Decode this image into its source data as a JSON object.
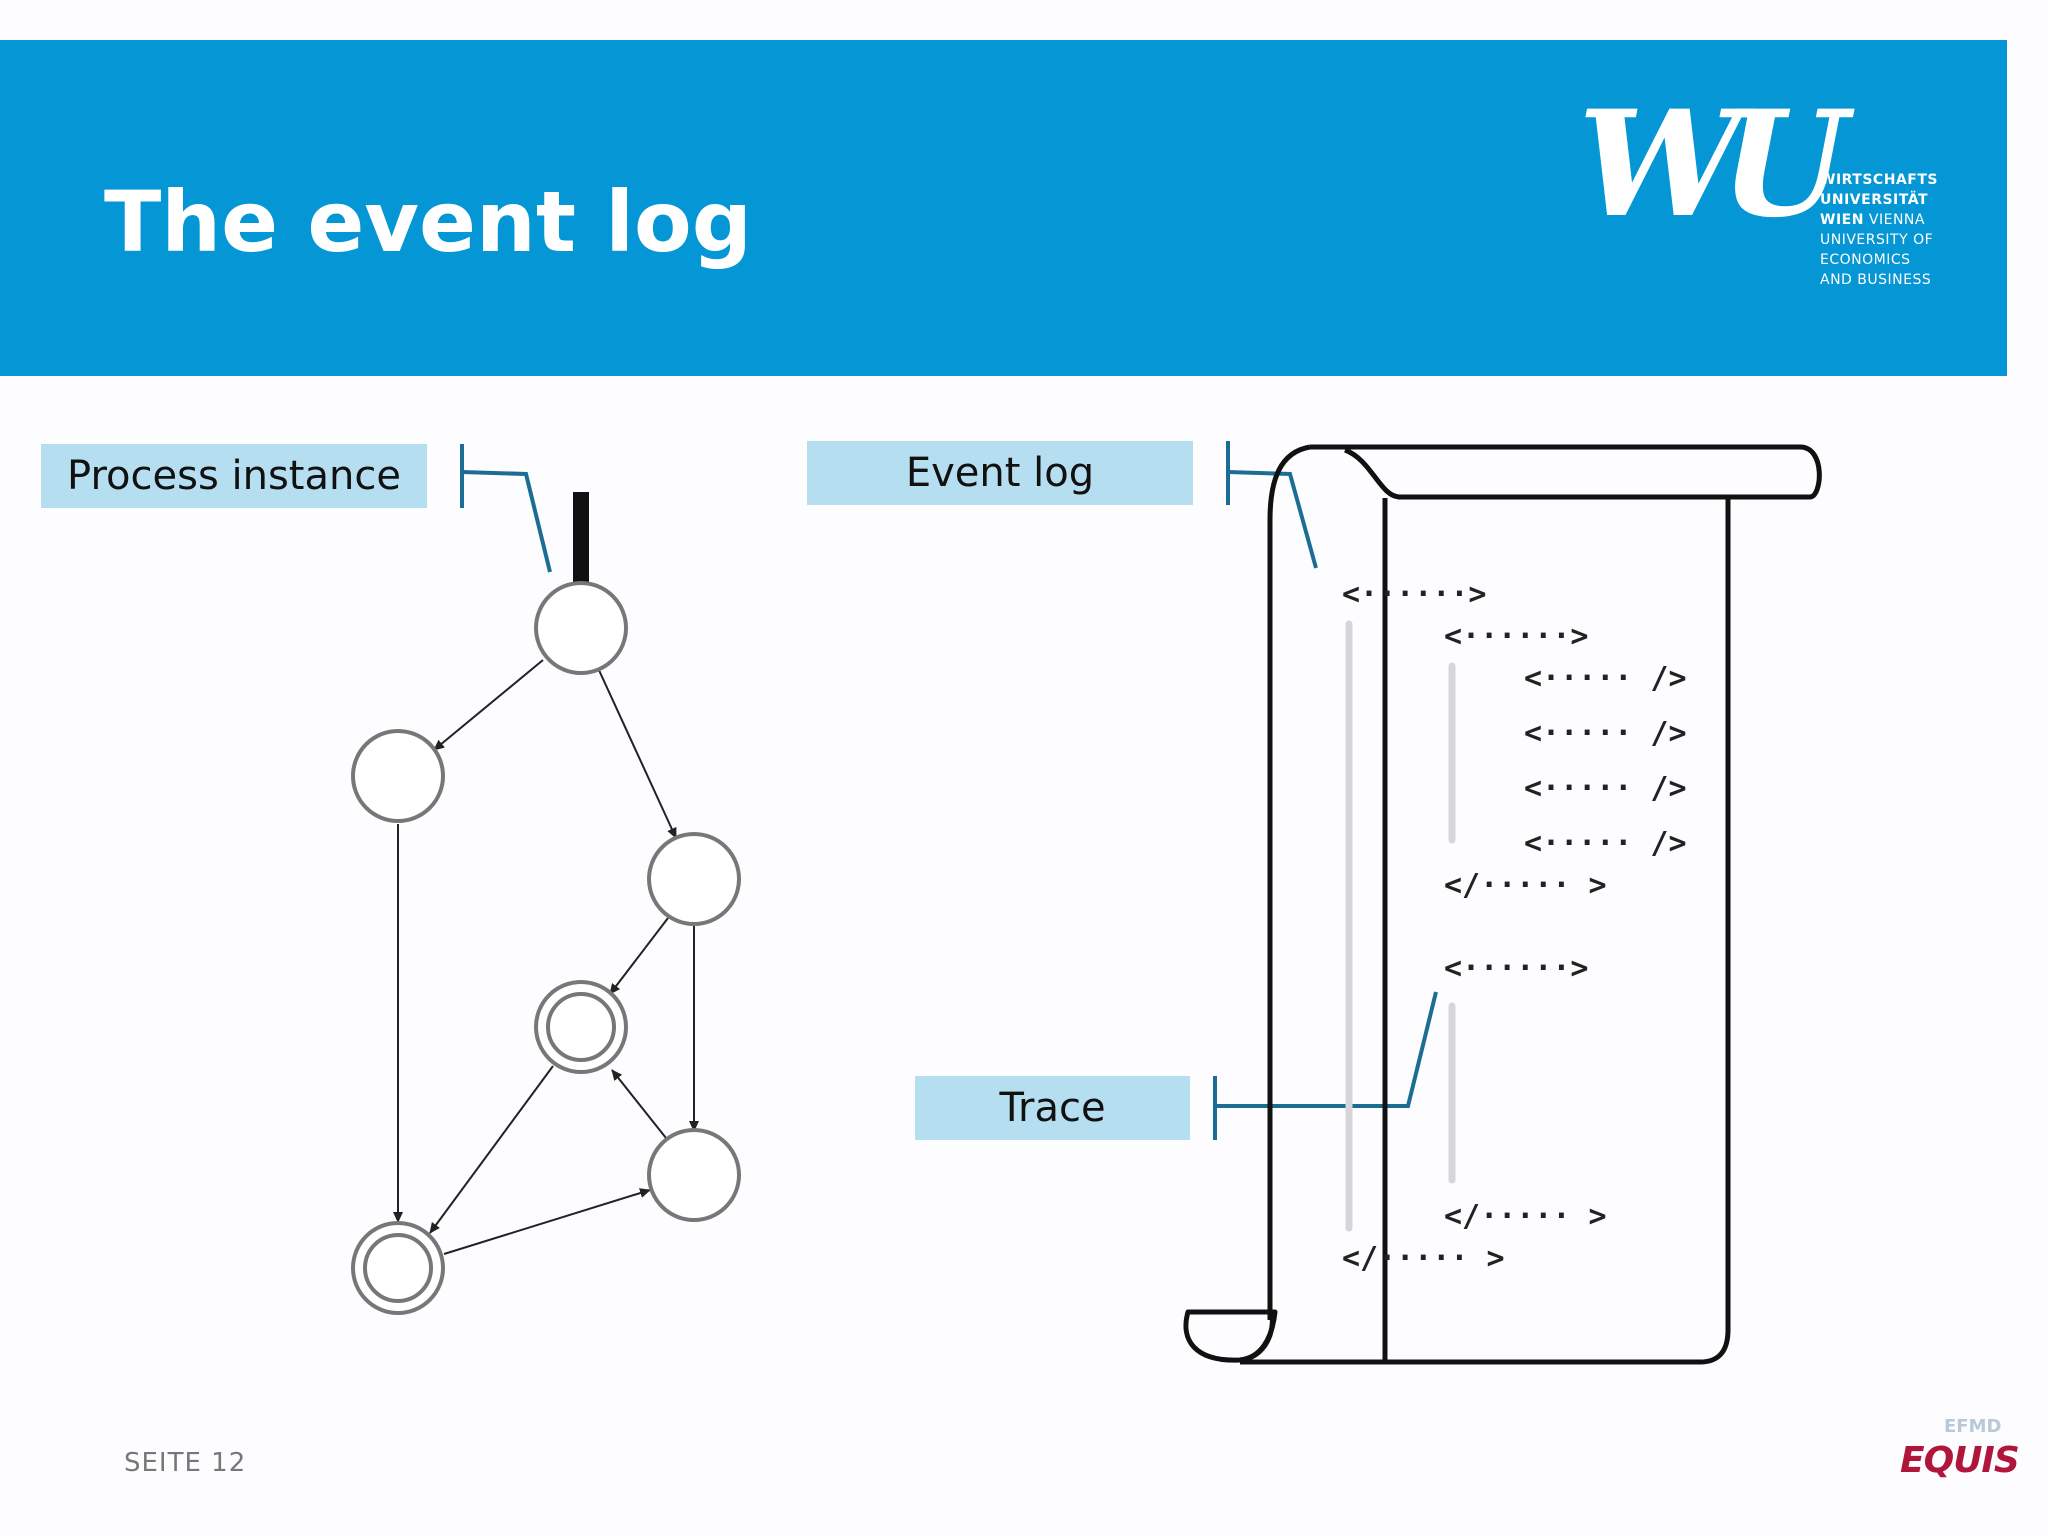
{
  "slide": {
    "title": "The event log",
    "page_label": "SEITE 12"
  },
  "logo": {
    "mark": "WU",
    "lines": [
      "WIRTSCHAFTS",
      "UNIVERSITÄT",
      "WIEN",
      "VIENNA",
      "UNIVERSITY OF",
      "ECONOMICS",
      "AND BUSINESS"
    ]
  },
  "labels": {
    "process_instance": "Process instance",
    "event_log": "Event log",
    "trace": "Trace"
  },
  "xml_tags": {
    "open": "<······>",
    "event": "<····· />",
    "close": "</····· >"
  },
  "accreditation": {
    "top": "EFMD",
    "name": "EQUIS"
  },
  "colors": {
    "header": "#0596d5",
    "label_bg": "#b5def1",
    "bracket": "#1b6d94",
    "equis": "#b0163a"
  }
}
